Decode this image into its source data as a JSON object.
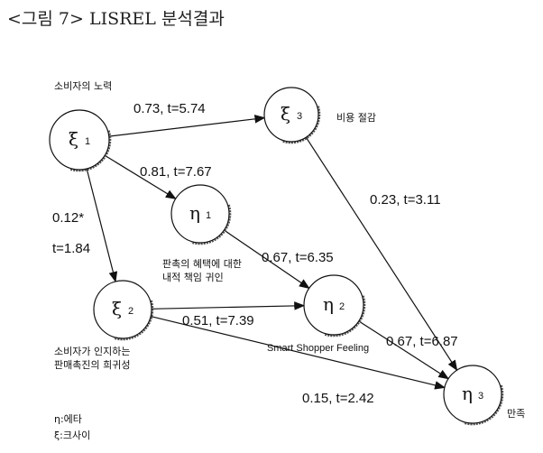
{
  "title": "<그림 7> LISREL 분석결과",
  "nodes": [
    {
      "id": "xi1",
      "symbol": "ξ",
      "sub": "1",
      "label": [
        "소비자의 노력"
      ]
    },
    {
      "id": "xi3",
      "symbol": "ξ",
      "sub": "3",
      "label": [
        "비용 절감"
      ]
    },
    {
      "id": "eta1",
      "symbol": "η",
      "sub": "1",
      "label": [
        "판촉의 혜택에 대한",
        "내적 책임 귀인"
      ]
    },
    {
      "id": "xi2",
      "symbol": "ξ",
      "sub": "2",
      "label": [
        "소비자가 인지하는",
        "판매촉진의 희귀성"
      ]
    },
    {
      "id": "eta2",
      "symbol": "η",
      "sub": "2",
      "label": [
        "Smart Shopper Feeling"
      ]
    },
    {
      "id": "eta3",
      "symbol": "η",
      "sub": "3",
      "label": [
        "만족"
      ]
    }
  ],
  "edges": [
    {
      "from": "xi1",
      "to": "xi3",
      "label": [
        "0.73, t=5.74"
      ]
    },
    {
      "from": "xi1",
      "to": "eta1",
      "label": [
        "0.81, t=7.67"
      ]
    },
    {
      "from": "xi1",
      "to": "xi2",
      "label": [
        "0.12*",
        "t=1.84"
      ]
    },
    {
      "from": "xi3",
      "to": "eta3",
      "label": [
        "0.23, t=3.11"
      ]
    },
    {
      "from": "eta1",
      "to": "eta2",
      "label": [
        "0.67, t=6.35"
      ]
    },
    {
      "from": "xi2",
      "to": "eta2",
      "label": [
        "0.51, t=7.39"
      ]
    },
    {
      "from": "eta2",
      "to": "eta3",
      "label": [
        "0.67, t=6.87"
      ]
    },
    {
      "from": "xi2",
      "to": "eta3",
      "label": [
        "0.15, t=2.42"
      ]
    }
  ],
  "legend": [
    "η:에타",
    "ξ:크사이"
  ]
}
